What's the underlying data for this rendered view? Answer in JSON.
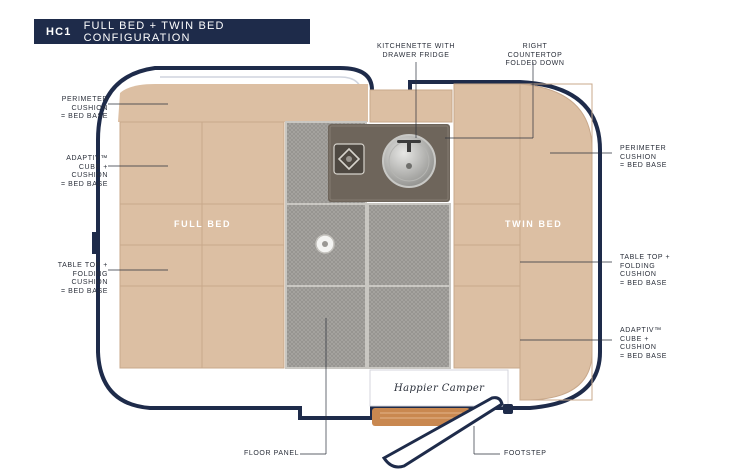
{
  "header": {
    "code": "HC1",
    "title": "FULL BED + TWIN BED CONFIGURATION"
  },
  "labels": {
    "perimeter_left": "PERIMETER\nCUSHION\n= BED BASE",
    "adaptiv_left": "ADAPTIV™\nCUBE +\nCUSHION\n= BED BASE",
    "tabletop_left": "TABLE TOP +\nFOLDING\nCUSHION\n= BED BASE",
    "kitchenette": "KITCHENETTE WITH\nDRAWER FRIDGE",
    "countertop": "RIGHT\nCOUNTERTOP\nFOLDED DOWN",
    "perimeter_right": "PERIMETER\nCUSHION\n= BED BASE",
    "tabletop_right": "TABLE TOP +\nFOLDING\nCUSHION\n= BED BASE",
    "adaptiv_right": "ADAPTIV™\nCUBE +\nCUSHION\n= BED BASE",
    "floor_panel": "FLOOR PANEL",
    "footstep": "FOOTSTEP"
  },
  "beds": {
    "full": "FULL BED",
    "twin": "TWIN BED"
  },
  "brand": "Happier Camper",
  "colors": {
    "navy": "#1e2b4a",
    "cushion": "#dcbfa3",
    "cushion_line": "#c8a88b",
    "floor": "#a3a19d",
    "counter": "#6e655b",
    "footstep": "#c98850"
  }
}
